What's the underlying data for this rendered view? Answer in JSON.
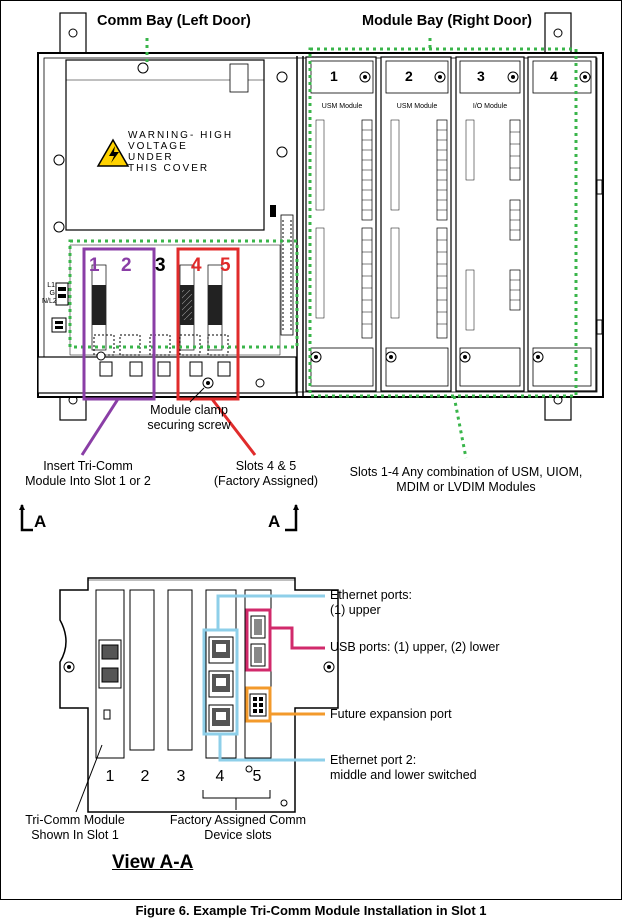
{
  "headings": {
    "comm_bay": "Comm Bay (Left Door)",
    "module_bay": "Module Bay (Right Door)"
  },
  "warning": {
    "line1": "WARNING- HIGH",
    "line2": "VOLTAGE UNDER",
    "line3": "THIS COVER"
  },
  "terminal_labels": [
    "L1",
    "G",
    "N/L2"
  ],
  "comm_slot_numbers": [
    "1",
    "2",
    "3",
    "4",
    "5"
  ],
  "module_slots": [
    {
      "number": "1",
      "name": "USM Module"
    },
    {
      "number": "2",
      "name": "USM Module"
    },
    {
      "number": "3",
      "name": "I/O Module"
    },
    {
      "number": "4",
      "name": ""
    }
  ],
  "callouts": {
    "clamp_screw": [
      "Module clamp",
      "securing screw"
    ],
    "insert_tri_comm": [
      "Insert Tri-Comm",
      "Module Into Slot 1 or 2"
    ],
    "slots_4_5": [
      "Slots 4 & 5",
      "(Factory Assigned)"
    ],
    "slots_1_4": [
      "Slots 1-4 Any combination of USM, UIOM,",
      "MDIM or LVDIM Modules"
    ]
  },
  "section_markers": [
    "A",
    "A"
  ],
  "view_aa": {
    "title": "View A-A",
    "slot_numbers": [
      "1",
      "2",
      "3",
      "4",
      "5"
    ],
    "ethernet_upper": [
      "Ethernet ports:",
      "(1) upper"
    ],
    "usb_ports": "USB ports: (1) upper, (2) lower",
    "expansion": "Future expansion port",
    "ethernet_2": [
      "Ethernet port 2:",
      "middle and lower switched"
    ],
    "tri_comm_shown": [
      "Tri-Comm Module",
      "Shown In Slot 1"
    ],
    "factory_slots": [
      "Factory Assigned Comm",
      "Device slots"
    ]
  },
  "caption": "Figure  6.  Example Tri-Comm Module Installation in Slot 1",
  "colors": {
    "purple": "#8a3ea6",
    "red": "#e02b2b",
    "green": "#39b54a",
    "light_blue": "#8ecfe9",
    "magenta": "#d12a6b",
    "orange": "#f39a2b"
  }
}
